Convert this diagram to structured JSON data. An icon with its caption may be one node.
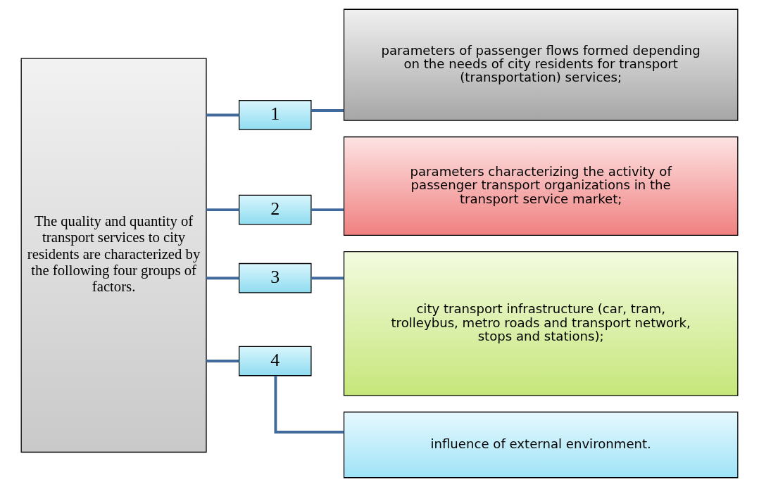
{
  "diagram": {
    "nodes": [
      {
        "text": [
          "The quality and quantity of transport services to city residents are characterized by the following four groups of factors."
        ]
      },
      {
        "text": [
          "1"
        ]
      },
      {
        "text": [
          "2"
        ]
      },
      {
        "text": [
          "3"
        ]
      },
      {
        "text": [
          "4"
        ]
      },
      {
        "text": [
          "parameters of passenger flows formed depending on the needs of city residents for transport (transportation) services;"
        ]
      },
      {
        "text": [
          "parameters characterizing the activity of passenger transport organizations in the transport service market;"
        ]
      },
      {
        "text": [
          "city transport infrastructure (car, tram, trolleybus, metro roads and transport network, stops and stations);"
        ]
      },
      {
        "text": [
          "influence of external environment."
        ]
      }
    ],
    "edges": [
      {
        "from": 0,
        "to": 1,
        "arrow": "none"
      },
      {
        "from": 0,
        "to": 2,
        "arrow": "none"
      },
      {
        "from": 0,
        "to": 3,
        "arrow": "none"
      },
      {
        "from": 0,
        "to": 4,
        "arrow": "none"
      },
      {
        "from": 1,
        "to": 5,
        "arrow": "none"
      },
      {
        "from": 2,
        "to": 6,
        "arrow": "none"
      },
      {
        "from": 3,
        "to": 7,
        "arrow": "none"
      },
      {
        "from": 4,
        "to": 8,
        "arrow": "none"
      }
    ]
  }
}
